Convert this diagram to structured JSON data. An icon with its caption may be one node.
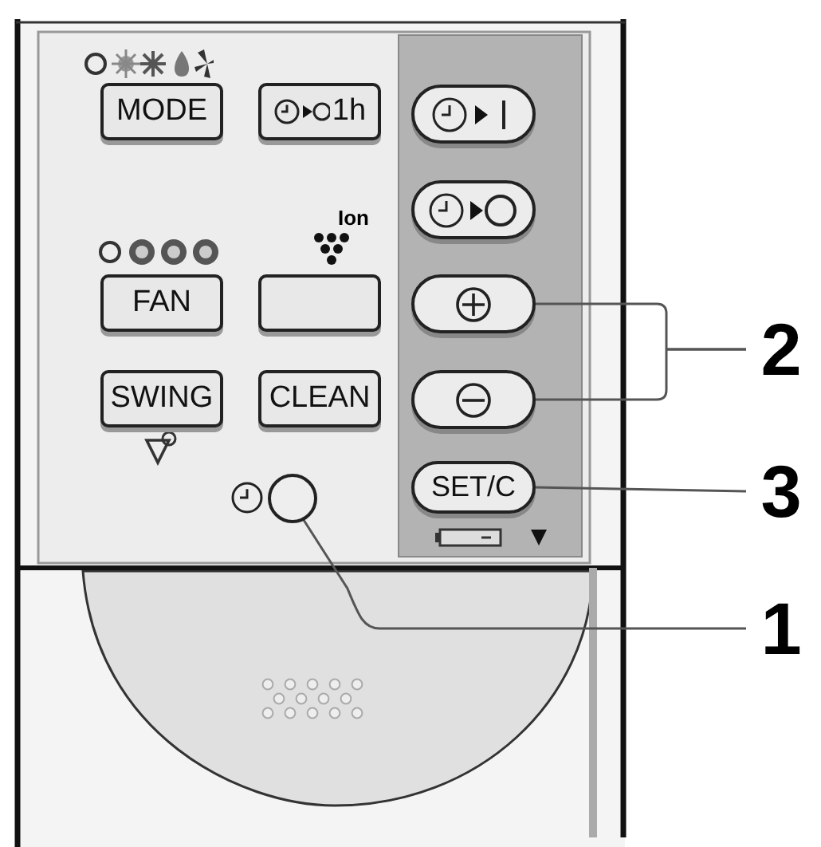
{
  "diagram": {
    "nodes": [
      {
        "text": [
          "MODE"
        ]
      },
      {
        "text": [
          "1h"
        ]
      },
      {
        "text": [],
        "shape": "box"
      },
      {
        "text": [],
        "shape": "box"
      },
      {
        "text": [
          "FAN"
        ]
      },
      {
        "text": [],
        "shape": "box"
      },
      {
        "text": [],
        "shape": "box"
      },
      {
        "text": [
          "SWING"
        ]
      },
      {
        "text": [
          "CLEAN"
        ]
      },
      {
        "text": [],
        "shape": "box"
      },
      {
        "text": [],
        "shape": "circle"
      },
      {
        "text": [
          "SET/C"
        ]
      },
      {
        "text": [
          "2"
        ]
      },
      {
        "text": [
          "3"
        ]
      },
      {
        "text": [
          "1"
        ]
      }
    ],
    "edges": [
      {
        "from": 12,
        "to": 6,
        "arrow": "none"
      },
      {
        "from": 12,
        "to": 9,
        "arrow": "none"
      },
      {
        "from": 13,
        "to": 11,
        "arrow": "none"
      },
      {
        "from": 14,
        "to": 10,
        "arrow": "none"
      }
    ],
    "labels": [
      "Ion"
    ]
  }
}
